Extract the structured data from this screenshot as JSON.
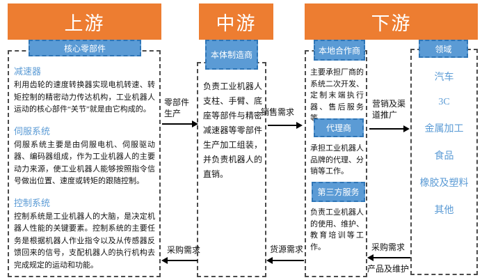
{
  "headers": {
    "upstream": "上游",
    "midstream": "中游",
    "downstream": "下游"
  },
  "upstream": {
    "tag": "核心零部件",
    "sections": [
      {
        "title": "减速器",
        "body": "利用齿轮的速度转换器实现电机转速、转矩控制的精密动力传达机构，工业机器人运动的核心部件“关节”就是由它构成的。"
      },
      {
        "title": "伺服系统",
        "body": "伺服系统主要是由伺服电机、伺服驱动器、编码器组成，作为工业机器人的主要动力来源，使工业机器人能够按照指令信号做出位置、速度或转矩的跟随控制。"
      },
      {
        "title": "控制系统",
        "body": "控制系统是工业机器人的大脑，是决定机器人性能的关键要素。控制系统的主要任务是根据机器人作业指令以及从传感器反馈回来的信号，支配机器人的执行机构去完成规定的运动和功能。"
      }
    ]
  },
  "midstream": {
    "tag": "本体制造商",
    "body": "负责工业机器人支柱、手臂、底座等部件与精密减速器等零部件生产加工组装，并负责机器人的直销。"
  },
  "downstream": {
    "partners": {
      "tag": "本地合作商",
      "body": "主要承担厂商的系统二次开发、定制末端执行器、售后服务等。",
      "agent_tag": "代理商",
      "agent_body": "承担工业机器人品牌的代理、分销等工作。",
      "service_tag": "第三方服务",
      "service_body": "负责工业机器人的使用、维护、教育培训等工作。"
    },
    "fields": {
      "tag": "领域",
      "items": [
        "汽车",
        "3C",
        "金属加工",
        "食品",
        "橡胶及塑料",
        "其他"
      ]
    }
  },
  "arrows": {
    "parts_production": "零部件生产",
    "sales_demand": "销售需求",
    "marketing_promo": "营销及渠道推广",
    "purchase_left": "采购需求",
    "supply_source": "货源需求",
    "purchase_right": "采购需求",
    "product_maintenance": "产品及维护"
  },
  "colors": {
    "header_orange": "#ED7D31",
    "tag_blue": "#5B9BD5",
    "tag_border_blue": "#2E75B6",
    "section_title_blue": "#5B9BD5",
    "dashed_box_gray": "#4a4a4a"
  }
}
